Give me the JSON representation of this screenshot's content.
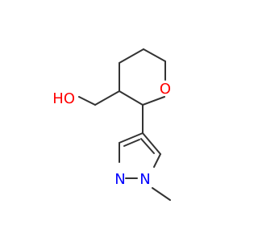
{
  "molecule": {
    "atoms": {
      "hydroxyl_oxygen": "HO",
      "ring_oxygen": "O",
      "pyrazole_nitrogen_2": "N",
      "pyrazole_nitrogen_1": "N"
    },
    "colors": {
      "bond": "#333333",
      "oxygen": "#ff0000",
      "nitrogen": "#0000ff"
    }
  }
}
